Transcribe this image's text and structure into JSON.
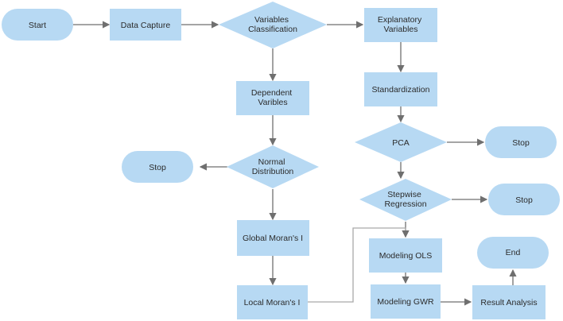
{
  "nodes": {
    "start": {
      "lines": [
        "Start"
      ]
    },
    "data_capture": {
      "lines": [
        "Data Capture"
      ]
    },
    "variables_classification": {
      "lines": [
        "Variables",
        "Classification"
      ]
    },
    "explanatory_variables": {
      "lines": [
        "Explanatory",
        "Variables"
      ]
    },
    "standardization": {
      "lines": [
        "Standardization"
      ]
    },
    "pca": {
      "lines": [
        "PCA"
      ]
    },
    "stop_pca": {
      "lines": [
        "Stop"
      ]
    },
    "stepwise_regression": {
      "lines": [
        "Stepwise",
        "Regression"
      ]
    },
    "stop_stepwise": {
      "lines": [
        "Stop"
      ]
    },
    "dependent_varibles": {
      "lines": [
        "Dependent",
        "Varibles"
      ]
    },
    "normal_distribution": {
      "lines": [
        "Normal",
        "Distribution"
      ]
    },
    "stop_normal": {
      "lines": [
        "Stop"
      ]
    },
    "global_morans_i": {
      "lines": [
        "Global Moran's I"
      ]
    },
    "local_morans_i": {
      "lines": [
        "Local Moran's I"
      ]
    },
    "modeling_ols": {
      "lines": [
        "Modeling OLS"
      ]
    },
    "modeling_gwr": {
      "lines": [
        "Modeling GWR"
      ]
    },
    "result_analysis": {
      "lines": [
        "Result Analysis"
      ]
    },
    "end": {
      "lines": [
        "End"
      ]
    }
  },
  "colors": {
    "node_fill": "#b7d9f3",
    "edge": "#6f6f6f",
    "text": "#2b2b2b"
  }
}
